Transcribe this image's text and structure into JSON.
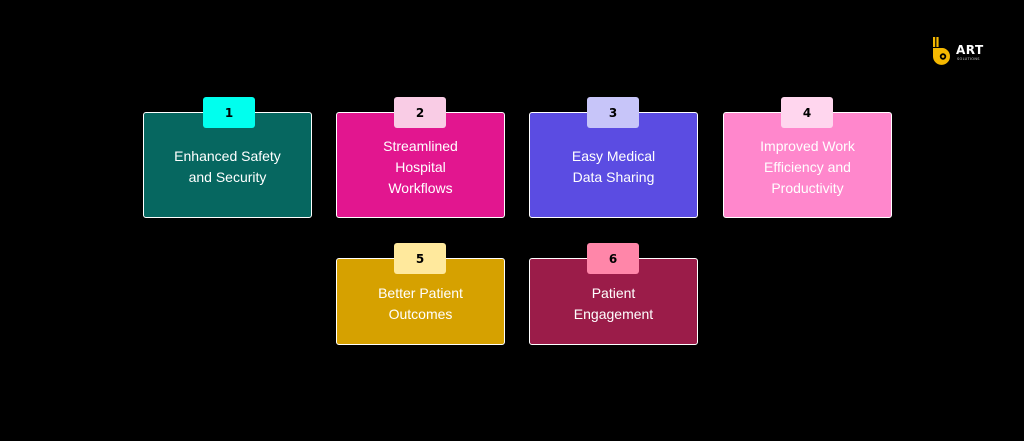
{
  "brand": {
    "name": "ART",
    "tagline": "SOLUTIONS",
    "accent": "#F5B800"
  },
  "cards": [
    {
      "number": "1",
      "label": "Enhanced Safety and Security",
      "color": "#066760",
      "badge_color": "#00FFEE"
    },
    {
      "number": "2",
      "label": "Streamlined Hospital Workflows",
      "color": "#E2168F",
      "badge_color": "#F9CCE5"
    },
    {
      "number": "3",
      "label": "Easy Medical Data Sharing",
      "color": "#5B4CE2",
      "badge_color": "#C7C5F9"
    },
    {
      "number": "4",
      "label": "Improved Work Efficiency and Productivity",
      "color": "#FF87CC",
      "badge_color": "#FFD6EE"
    },
    {
      "number": "5",
      "label": "Better Patient Outcomes",
      "color": "#D6A100",
      "badge_color": "#FFE99D"
    },
    {
      "number": "6",
      "label": "Patient Engagement",
      "color": "#9B1C49",
      "badge_color": "#FF86A9"
    }
  ]
}
